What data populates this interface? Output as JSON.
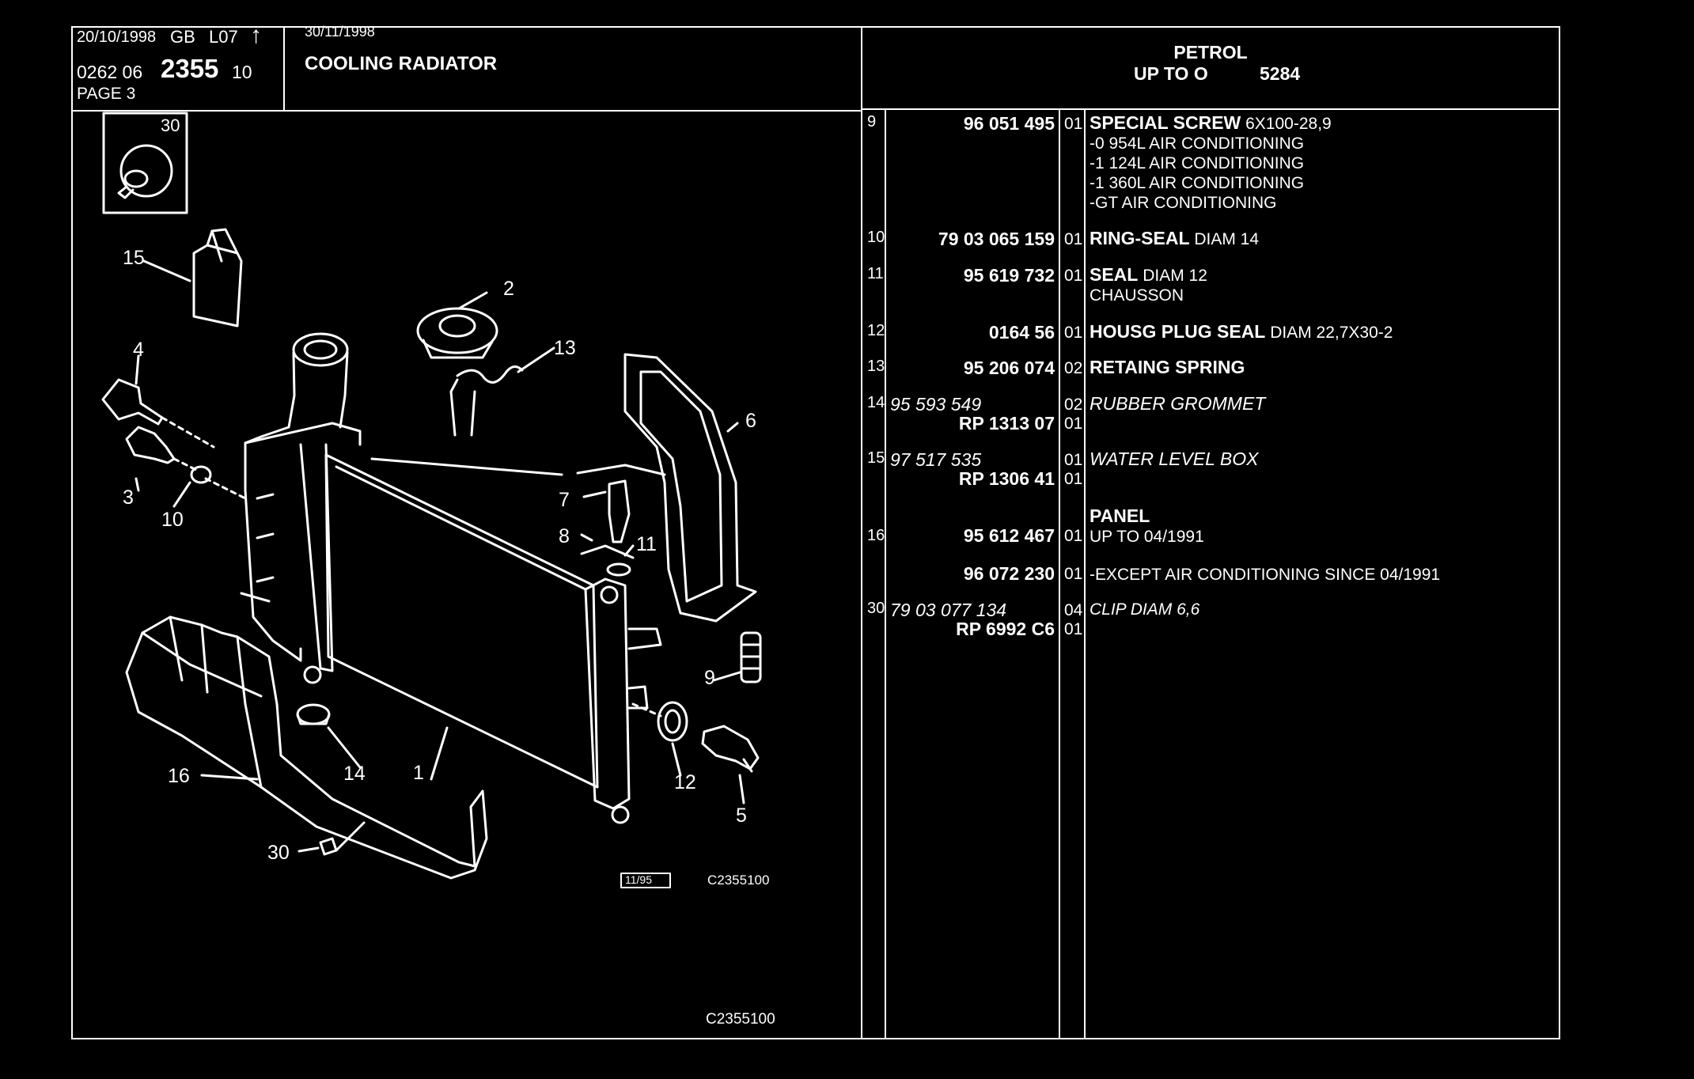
{
  "header": {
    "date_left": "20/10/1998",
    "lang": "GB",
    "level": "L07",
    "arrow": "↑",
    "ref_prefix": "0262 06",
    "ref_main": "2355",
    "ref_suffix": "10",
    "page": "PAGE  3",
    "date_center": "30/11/1998",
    "title": "COOLING RADIATOR",
    "engine": "PETROL",
    "range": "UP  TO  O",
    "range_no": "5284"
  },
  "diagram": {
    "inset_no": "30",
    "callouts": [
      "15",
      "2",
      "13",
      "4",
      "6",
      "3",
      "10",
      "7",
      "8",
      "11",
      "9",
      "12",
      "14",
      "1",
      "16",
      "5",
      "30"
    ],
    "stamp": "11/95",
    "code_small": "C2355100",
    "code_bottom": "C2355100"
  },
  "parts": [
    {
      "no": "9",
      "ref": "96 051 495",
      "qty": "01",
      "name": "SPECIAL SCREW",
      "detail": "6X100-28,9",
      "extra": [
        "-0 954L AIR CONDITIONING",
        "-1 124L AIR CONDITIONING",
        "-1 360L AIR CONDITIONING",
        "-GT AIR CONDITIONING"
      ]
    },
    {
      "no": "10",
      "ref": "79 03 065 159",
      "qty": "01",
      "name": "RING-SEAL",
      "detail": "DIAM 14"
    },
    {
      "no": "11",
      "ref": "95 619 732",
      "qty": "01",
      "name": "SEAL",
      "detail": "DIAM 12",
      "extra": [
        "CHAUSSON"
      ]
    },
    {
      "no": "12",
      "ref": "0164 56",
      "qty": "01",
      "name": "HOUSG PLUG SEAL",
      "detail": "DIAM 22,7X30-2"
    },
    {
      "no": "13",
      "ref": "95 206 074",
      "qty": "02",
      "name": "RETAING SPRING",
      "detail": ""
    },
    {
      "no": "14",
      "ref_alt": "95 593 549",
      "ref": "RP  1313 07",
      "qty": "02",
      "qty2": "01",
      "name_italic": "RUBBER GROMMET"
    },
    {
      "no": "15",
      "ref_alt": "97 517 535",
      "ref": "RP  1306 41",
      "qty": "01",
      "qty2": "01",
      "name_italic": "WATER LEVEL BOX"
    },
    {
      "no": "16",
      "group": "PANEL",
      "ref": "95 612 467",
      "qty": "01",
      "line": "UP  TO  04/1991"
    },
    {
      "ref": "96 072 230",
      "qty": "01",
      "line": "-EXCEPT  AIR CONDITIONING SINCE  04/1991"
    },
    {
      "no": "30",
      "ref_alt": "79 03 077 134",
      "ref": "RP  6992 C6",
      "qty": "04",
      "qty2": "01",
      "name_italic": "CLIP DIAM 6,6"
    }
  ]
}
